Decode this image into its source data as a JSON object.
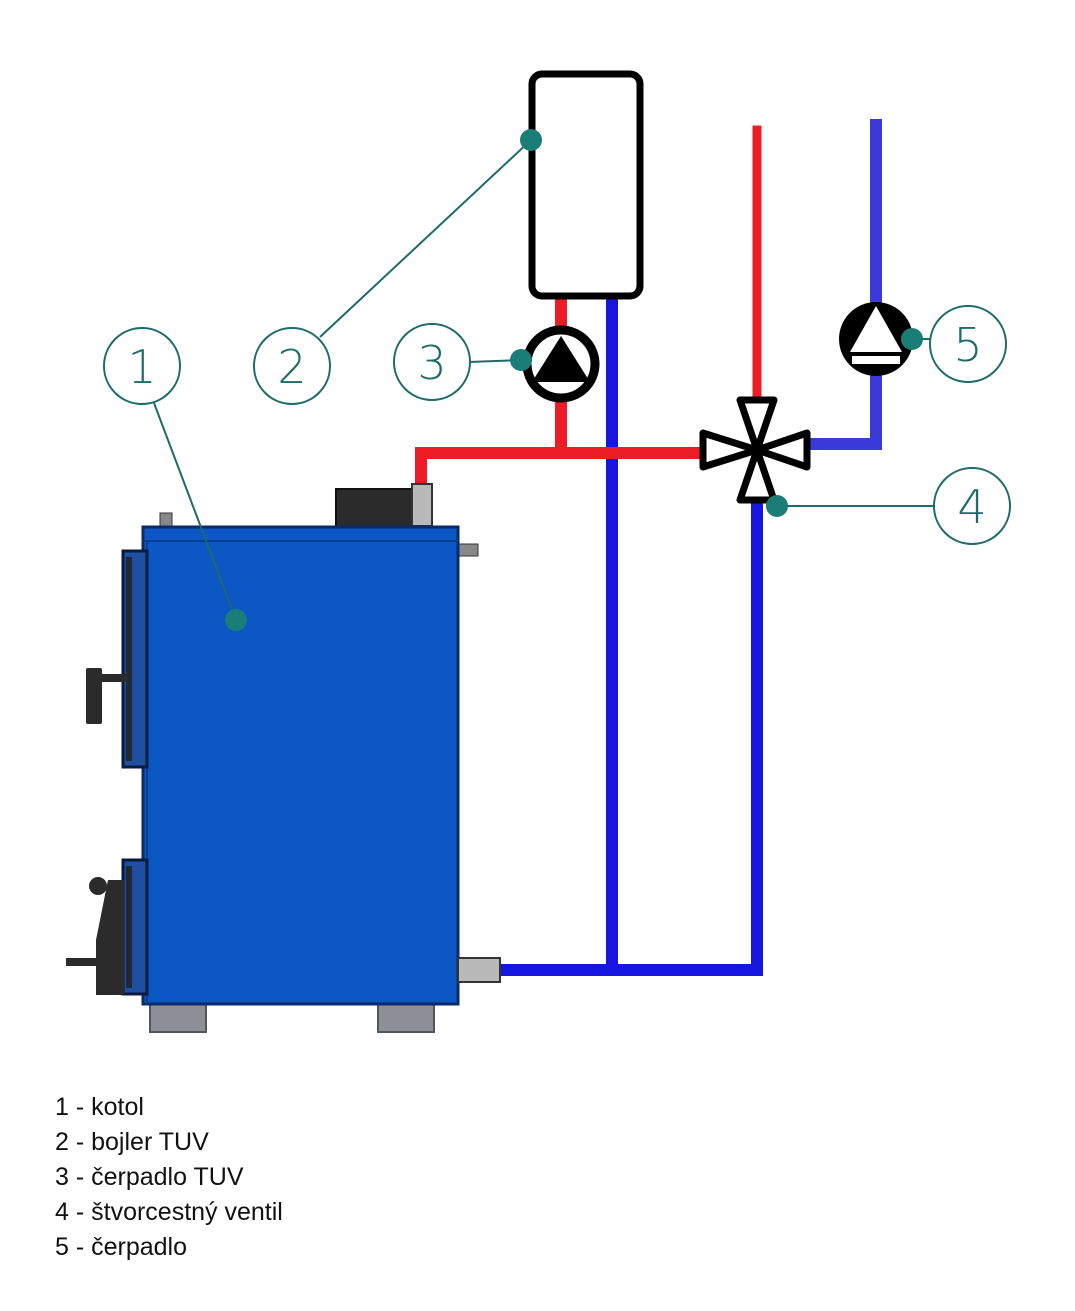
{
  "diagram": {
    "callouts": [
      {
        "id": "1",
        "label": "1"
      },
      {
        "id": "2",
        "label": "2"
      },
      {
        "id": "3",
        "label": "3"
      },
      {
        "id": "4",
        "label": "4"
      },
      {
        "id": "5",
        "label": "5"
      }
    ],
    "colors": {
      "hot_pipe": "#ee1c24",
      "cold_pipe": "#1616e0",
      "cold_pipe_secondary": "#3a3ad8",
      "boiler_body": "#0b57c4",
      "callout": "#1d6b6b",
      "callout_dot": "#1a7e76"
    },
    "components": [
      "boiler",
      "dhw-tank",
      "dhw-pump",
      "four-way-valve",
      "circuit-pump"
    ]
  },
  "legend": {
    "items": [
      {
        "number": "1",
        "text": "1 - kotol"
      },
      {
        "number": "2",
        "text": "2 - bojler TUV"
      },
      {
        "number": "3",
        "text": "3 - čerpadlo TUV"
      },
      {
        "number": "4",
        "text": "4 - štvorcestný ventil"
      },
      {
        "number": "5",
        "text": "5 - čerpadlo"
      }
    ]
  }
}
